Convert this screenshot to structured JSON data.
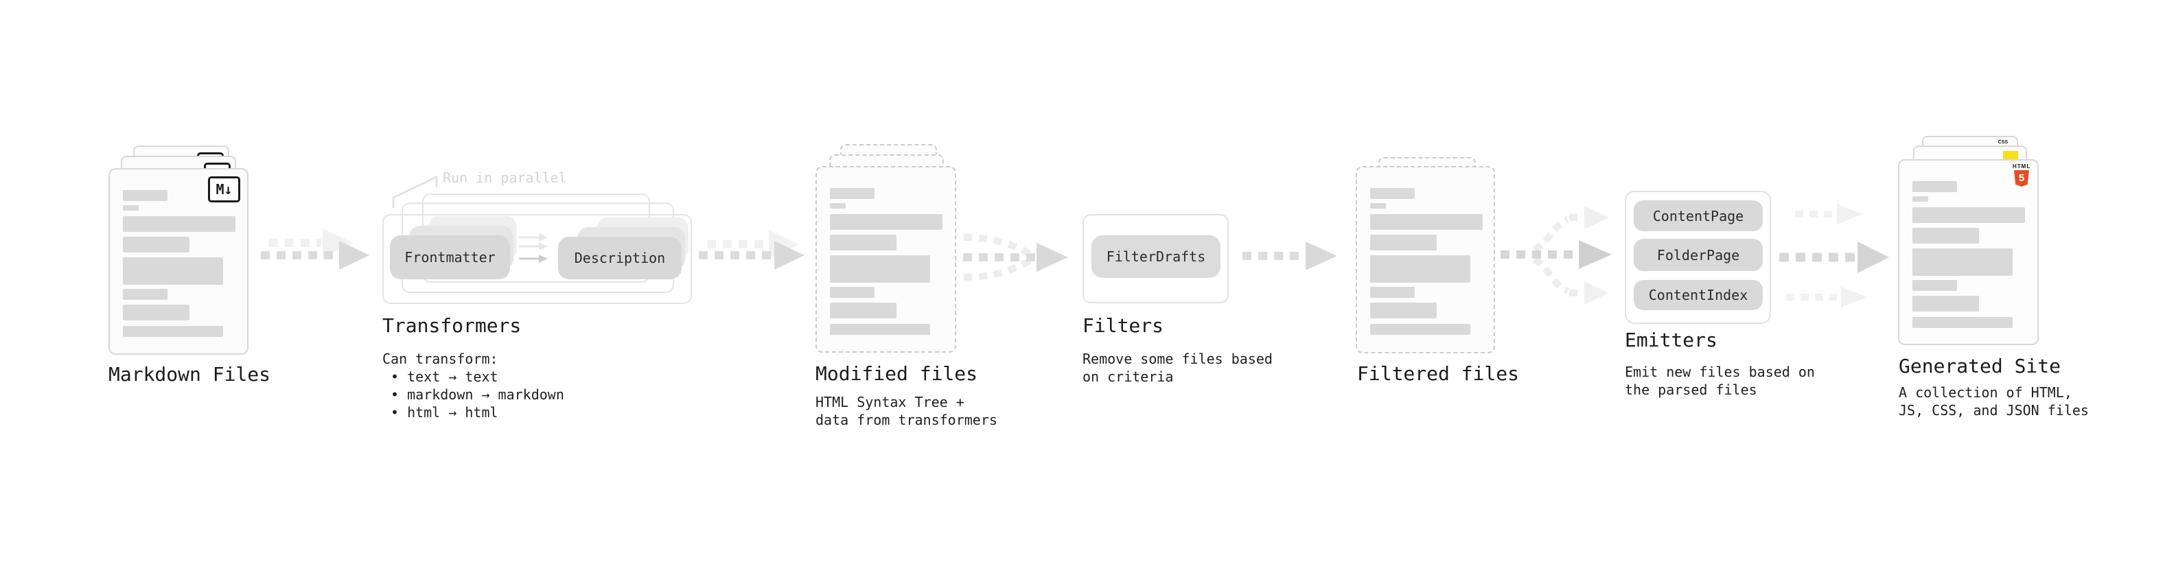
{
  "markdown": {
    "label": "Markdown Files",
    "badge": "M↓"
  },
  "transformers": {
    "label": "Transformers",
    "annotation": "Run in parallel",
    "pill_frontmatter": "Frontmatter",
    "pill_description": "Description",
    "desc": [
      "Can transform:",
      "• text → text",
      "• markdown → markdown",
      "• html → html"
    ]
  },
  "modified": {
    "label": "Modified files",
    "desc": [
      "HTML Syntax Tree +",
      "data from transformers"
    ]
  },
  "filters": {
    "label": "Filters",
    "pill": "FilterDrafts",
    "desc": [
      "Remove some files based",
      "on criteria"
    ]
  },
  "filtered": {
    "label": "Filtered files"
  },
  "emitters": {
    "label": "Emitters",
    "pills": [
      "ContentPage",
      "FolderPage",
      "ContentIndex"
    ],
    "desc": [
      "Emit new files based on",
      "the parsed files"
    ]
  },
  "generated": {
    "label": "Generated Site",
    "desc": [
      "A collection of HTML,",
      "JS, CSS, and JSON files"
    ],
    "badge_html_word": "HTML",
    "badge_html_number": "5",
    "badge_css": "CSS"
  },
  "colors": {
    "html5_orange": "#e44d26",
    "js_yellow": "#f7df1e",
    "css_blue": "#2965f1",
    "bar_gray": "#d9d9d9",
    "arrow_gray": "#dcdcdc",
    "arrow_light": "#f1f1f1"
  }
}
